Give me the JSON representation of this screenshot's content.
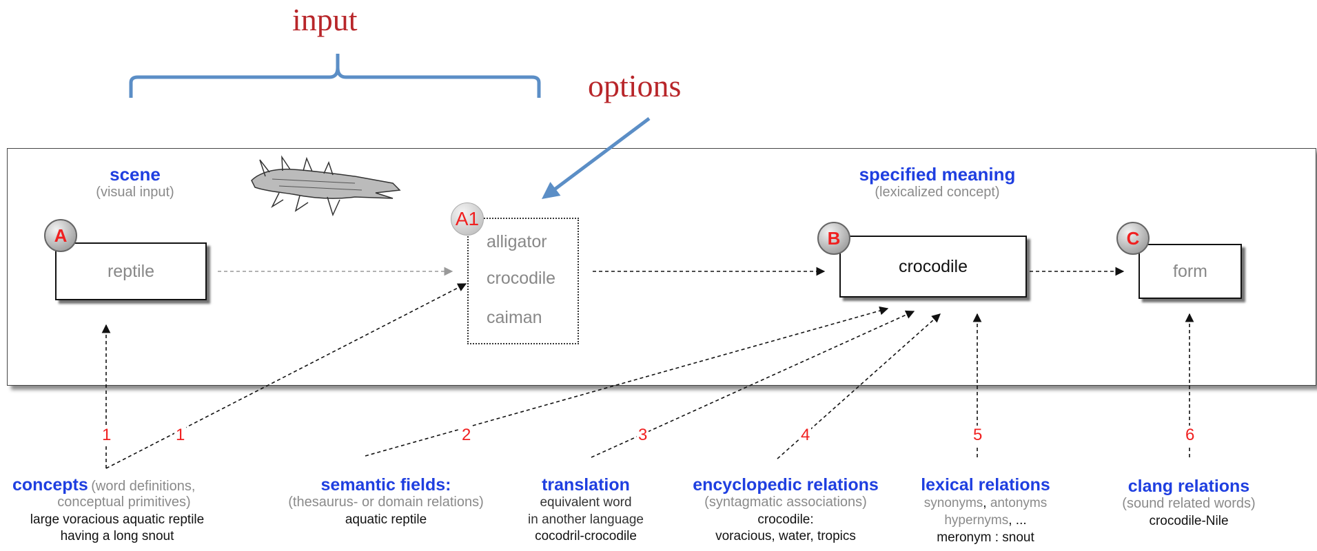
{
  "labels": {
    "input": "input",
    "options": "options"
  },
  "scene": {
    "title": "scene",
    "subtitle": "(visual input)"
  },
  "meaning": {
    "title": "specified meaning",
    "subtitle": "(lexicalized concept)"
  },
  "nodes": {
    "a": {
      "badge": "A",
      "label": "reptile"
    },
    "a1": {
      "badge": "A1",
      "options": [
        "alligator",
        "crocodile",
        "caiman"
      ]
    },
    "b": {
      "badge": "B",
      "label": "crocodile"
    },
    "c": {
      "badge": "C",
      "label": "form"
    }
  },
  "numbers": [
    "1",
    "1",
    "2",
    "3",
    "4",
    "5",
    "6"
  ],
  "sources": {
    "concepts": {
      "title": "concepts",
      "note": "(word definitions,",
      "note2": "conceptual primitives)",
      "line1": "large voracious aquatic reptile",
      "line2": "having a long snout"
    },
    "semantic": {
      "title": "semantic fields:",
      "note": "(thesaurus- or domain relations)",
      "line1": "aquatic reptile"
    },
    "translation": {
      "title": "translation",
      "line1": "equivalent word",
      "line2": "in another language",
      "line3": "cocodril-crocodile"
    },
    "encyclopedic": {
      "title": "encyclopedic relations",
      "note": "(syntagmatic associations)",
      "line1": "crocodile:",
      "line2": "voracious, water, tropics"
    },
    "lexical": {
      "title": "lexical relations",
      "syn": "synonyms",
      "comma": ", ",
      "ant": "antonyms",
      "hyp": "hypernyms",
      "dots": ", ...",
      "line": "meronym : snout"
    },
    "clang": {
      "title": "clang relations",
      "note": "(sound related words)",
      "line1": "crocodile-Nile"
    }
  },
  "colors": {
    "accent_blue": "#1f3fe0",
    "red": "#f02020",
    "heading_red": "#b8262a",
    "brace_blue": "#5b8ec6"
  }
}
